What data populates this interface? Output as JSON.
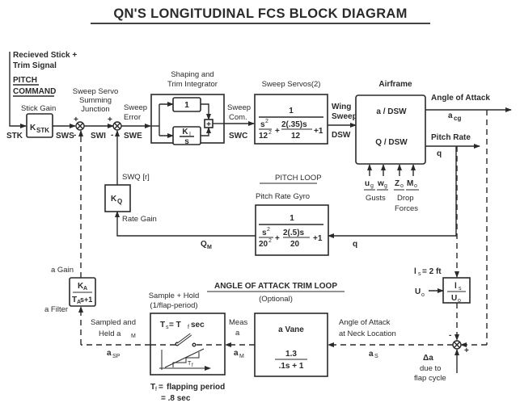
{
  "title": "QN'S LONGITUDINAL FCS BLOCK DIAGRAM",
  "inputs": {
    "received_signal_line1": "Recieved Stick +",
    "received_signal_line2": "Trim Signal",
    "pitch_command_line1": "PITCH",
    "pitch_command_line2": "COMMAND",
    "stk": "STK"
  },
  "stick_gain": {
    "label": "Stick Gain",
    "block": "K",
    "sub": "STK",
    "output": "SWS"
  },
  "summing_junction": {
    "label_line1": "Sweep Servo",
    "label_line2": "Summing",
    "label_line3": "Junction",
    "plus": "+",
    "minus": "-",
    "swi": "SWI"
  },
  "sweep_error": {
    "label_line1": "Sweep",
    "label_line2": "Error",
    "swe": "SWE"
  },
  "shaping": {
    "label_line1": "Shaping and",
    "label_line2": "Trim Integrator",
    "inner1": "1",
    "inner2_num": "K",
    "inner2_sub": "I",
    "inner2_den": "s",
    "sum": "+"
  },
  "sweep_command": {
    "label_line1": "Sweep",
    "label_line2": "Com.",
    "swc": "SWC"
  },
  "sweep_servos": {
    "label": "Sweep Servos(2)",
    "num": "1",
    "den_a": "s",
    "den_a_exp": "2",
    "den_b": "12",
    "den_b_exp": "2",
    "den_c": "2(.35)s",
    "den_d": "12",
    "plus": "+",
    "plus_one": "+1"
  },
  "wing_sweep": {
    "label_line1": "Wing",
    "label_line2": "Sweep",
    "dsw": "DSW"
  },
  "airframe": {
    "label": "Airframe",
    "line1": "a / DSW",
    "line2": "Q / DSW"
  },
  "outputs": {
    "aoa": "Angle of Attack",
    "acg": "a",
    "acg_sub": "cg",
    "pitch_rate": "Pitch Rate",
    "q": "q"
  },
  "disturbances": {
    "ug": "u",
    "ug_sub": "g",
    "wg": "w",
    "wg_sub": "g",
    "zo": "Z",
    "zo_sub": "o",
    "mo": "M",
    "mo_sub": "o",
    "gusts": "Gusts",
    "drop1": "Drop",
    "drop2": "Forces"
  },
  "pitch_loop": {
    "title": "PITCH LOOP",
    "gyro_label": "Pitch Rate Gyro",
    "num": "1",
    "den_a": "s",
    "den_a_exp": "2",
    "den_b": "20",
    "den_b_exp": "2",
    "den_c": "2(.5)s",
    "den_d": "20",
    "plus": "+",
    "plus_one": "+1",
    "q_in": "q",
    "qm": "Q",
    "qm_sub": "M"
  },
  "rate_gain": {
    "swq": "SWQ [r]",
    "block": "K",
    "sub": "Q",
    "label": "Rate Gain"
  },
  "alpha_gain": {
    "label": "a Gain",
    "num": "K",
    "num_sub": "A",
    "den": "T",
    "den_sub": "A",
    "den_rest": "s+1",
    "filter": "a Filter"
  },
  "aoa_trim_loop": {
    "title": "ANGLE OF ATTACK TRIM LOOP",
    "optional": "(Optional)"
  },
  "sample_hold": {
    "label_line1": "Sample + Hold",
    "label_line2": "(1/flap-period)",
    "eq": "T",
    "eq_sub": "s",
    "eq_rest": " = T",
    "eq_sub2": "f",
    "eq_unit": " sec",
    "tf_mark": "T",
    "tf_mark_sub": "f",
    "note_line1": "flapping period",
    "note_tf": "T",
    "note_tf_sub": "f",
    "note_eq": " = ",
    "note_line2": "= .8 sec"
  },
  "sampled_held": {
    "line1": "Sampled and",
    "line2": "Held a",
    "line2_sub": "M",
    "asp": "a",
    "asp_sub": "SP"
  },
  "meas": {
    "line1": "Meas",
    "line2": "a",
    "am": "a",
    "am_sub": "M"
  },
  "vane": {
    "label": "a Vane",
    "num": "1.3",
    "den": ".1s + 1"
  },
  "neck": {
    "line1": "Angle of Attack",
    "line2": "at Neck Location",
    "as": "a",
    "as_sub": "S"
  },
  "ls_block": {
    "eq": "l",
    "eq_sub": "s",
    "eq_rest": " = 2 ft",
    "num": "l",
    "num_sub": "s",
    "den": "U",
    "den_sub": "o",
    "u0": "U",
    "u0_sub": "o"
  },
  "flap_sum": {
    "minus": "-",
    "plus": "+",
    "delta_line1": "Δa",
    "delta_line2": "due to",
    "delta_line3": "flap cycle"
  }
}
